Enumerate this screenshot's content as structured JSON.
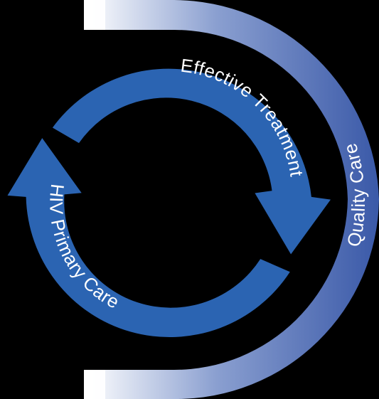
{
  "diagram": {
    "inner_cycle": {
      "top_label": "Effective Treatment",
      "bottom_label": "HIV Primary Care"
    },
    "outer_arc": {
      "label": "Quality Care"
    }
  },
  "colors": {
    "background": "#000000",
    "cycle_blue": "#2b64b2",
    "arc_light": "#ffffff",
    "arc_mid": "#7b90c8",
    "arc_dark": "#3a59a8",
    "label_text": "#ffffff"
  }
}
